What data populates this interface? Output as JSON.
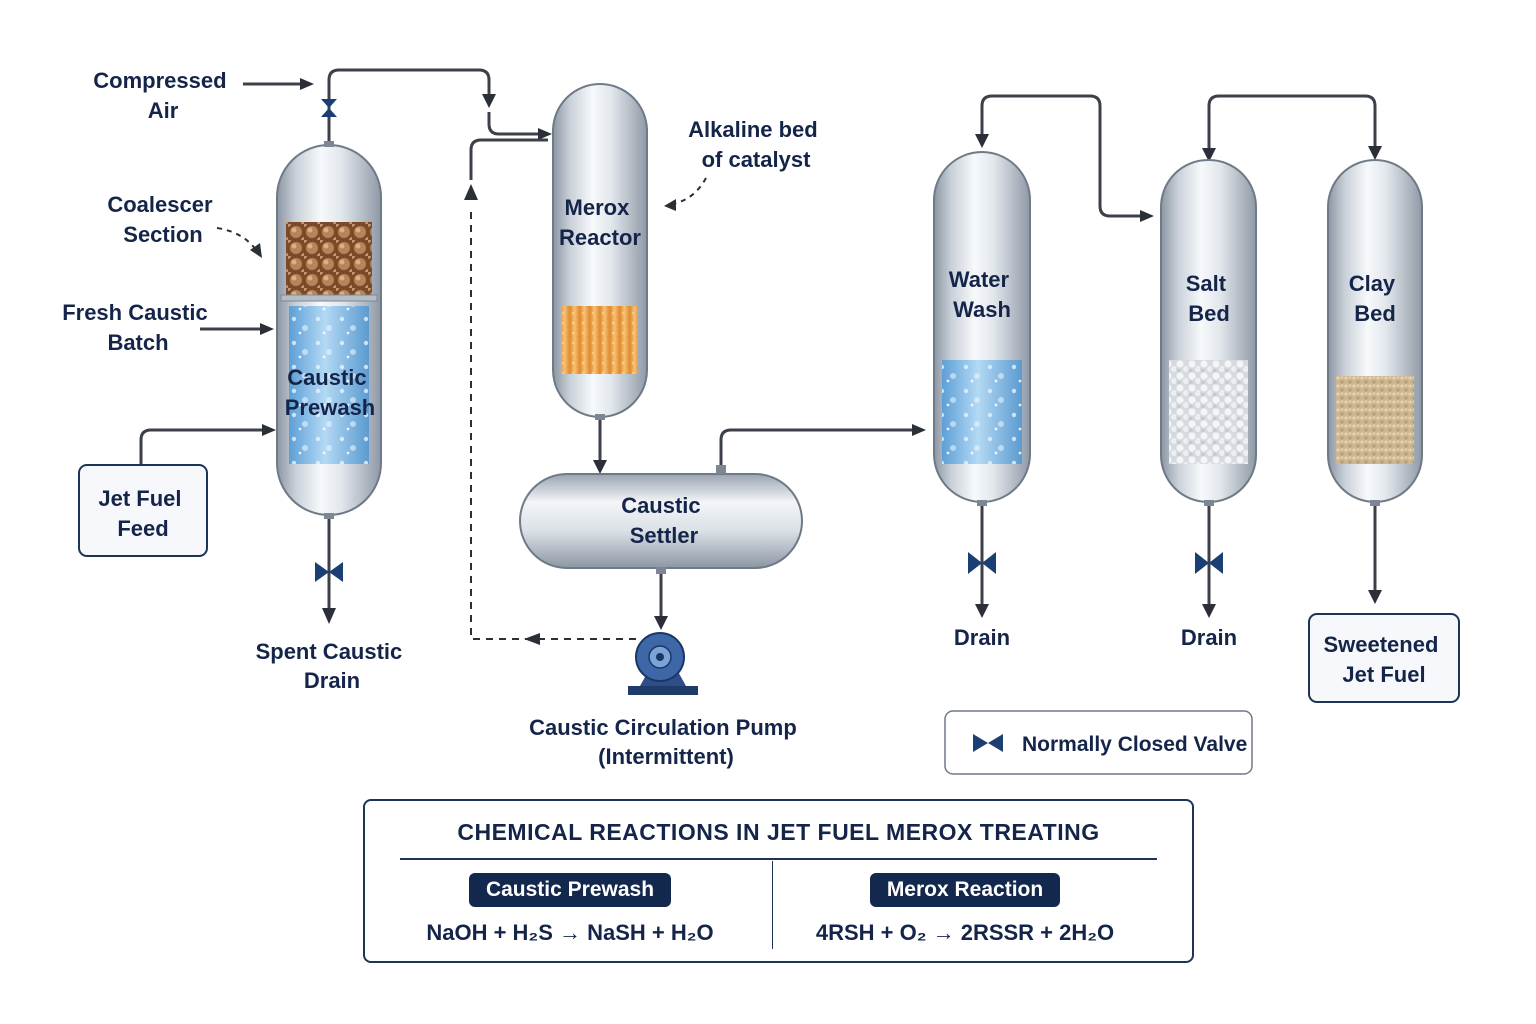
{
  "labels": {
    "compressed_air": [
      "Compressed",
      "Air"
    ],
    "coalescer_section": [
      "Coalescer",
      "Section"
    ],
    "fresh_caustic_batch": [
      "Fresh Caustic",
      "Batch"
    ],
    "jet_fuel_feed": [
      "Jet Fuel",
      "Feed"
    ],
    "spent_caustic_drain": [
      "Spent Caustic",
      "Drain"
    ],
    "alkaline_bed": [
      "Alkaline bed",
      "of catalyst"
    ],
    "circulation_pump": [
      "Caustic Circulation Pump",
      "(Intermittent)"
    ],
    "drain_water": "Drain",
    "drain_salt": "Drain",
    "sweetened_jet_fuel": [
      "Sweetened",
      "Jet Fuel"
    ]
  },
  "vessels": {
    "caustic_prewash": [
      "Caustic",
      "Prewash"
    ],
    "merox_reactor": [
      "Merox",
      "Reactor"
    ],
    "caustic_settler": [
      "Caustic",
      "Settler"
    ],
    "water_wash": [
      "Water",
      "Wash"
    ],
    "salt_bed": [
      "Salt",
      "Bed"
    ],
    "clay_bed": [
      "Clay",
      "Bed"
    ]
  },
  "legend": {
    "valve_label": "Normally Closed Valve"
  },
  "reactions": {
    "title": "CHEMICAL REACTIONS IN JET FUEL MEROX TREATING",
    "prewash": {
      "name": "Caustic Prewash",
      "equation": "NaOH + H₂S → NaSH + H₂O"
    },
    "merox": {
      "name": "Merox Reaction",
      "equation": "4RSH + O₂ → 2RSSR + 2H₂O"
    }
  },
  "colors": {
    "text": "#15254a",
    "valve": "#1c3f73",
    "caustic_liquid": "#8ec3ec",
    "catalyst_bed": "#f0a84a",
    "coalescer_media": "#8a5a36",
    "salt_media": "#e3e6ea",
    "clay_media": "#d8c3a0",
    "pill_background": "#13284d"
  }
}
